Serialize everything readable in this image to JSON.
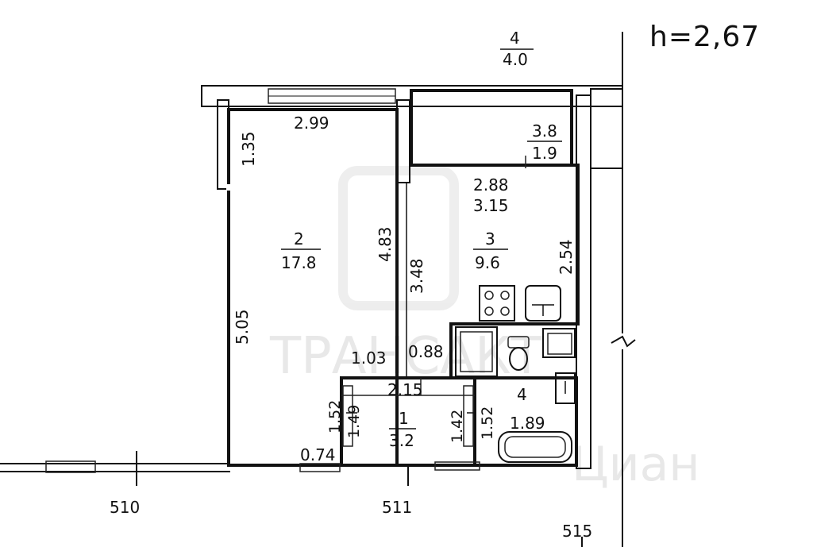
{
  "header": {
    "ceiling_height": "h=2,67"
  },
  "balcony": {
    "number": "4",
    "area": "4.0"
  },
  "rooms": [
    {
      "number": "2",
      "area": "17.8"
    },
    {
      "number": "3",
      "area": "9.6"
    },
    {
      "number": "1",
      "area": "3.2"
    },
    {
      "number": "4",
      "area": "1.89"
    }
  ],
  "closet": {
    "area": "3.8",
    "width": "1.9"
  },
  "dimensions": {
    "d_2_99": "2.99",
    "d_1_35": "1.35",
    "d_4_83": "4.83",
    "d_5_05": "5.05",
    "d_3_48": "3.48",
    "d_2_88": "2.88",
    "d_3_15": "3.15",
    "d_2_54": "2.54",
    "d_1_03": "1.03",
    "d_0_88": "0.88",
    "d_2_15": "2.15",
    "d_1_52_left": "1.52",
    "d_1_49": "1.49",
    "d_1_42": "1.42",
    "d_1_52_right": "1.52",
    "d_0_74": "0.74"
  },
  "axes": [
    "510",
    "511",
    "515"
  ],
  "watermark": {
    "text_top": "ТРАНСАКТ",
    "text_bottom": "Циан"
  }
}
